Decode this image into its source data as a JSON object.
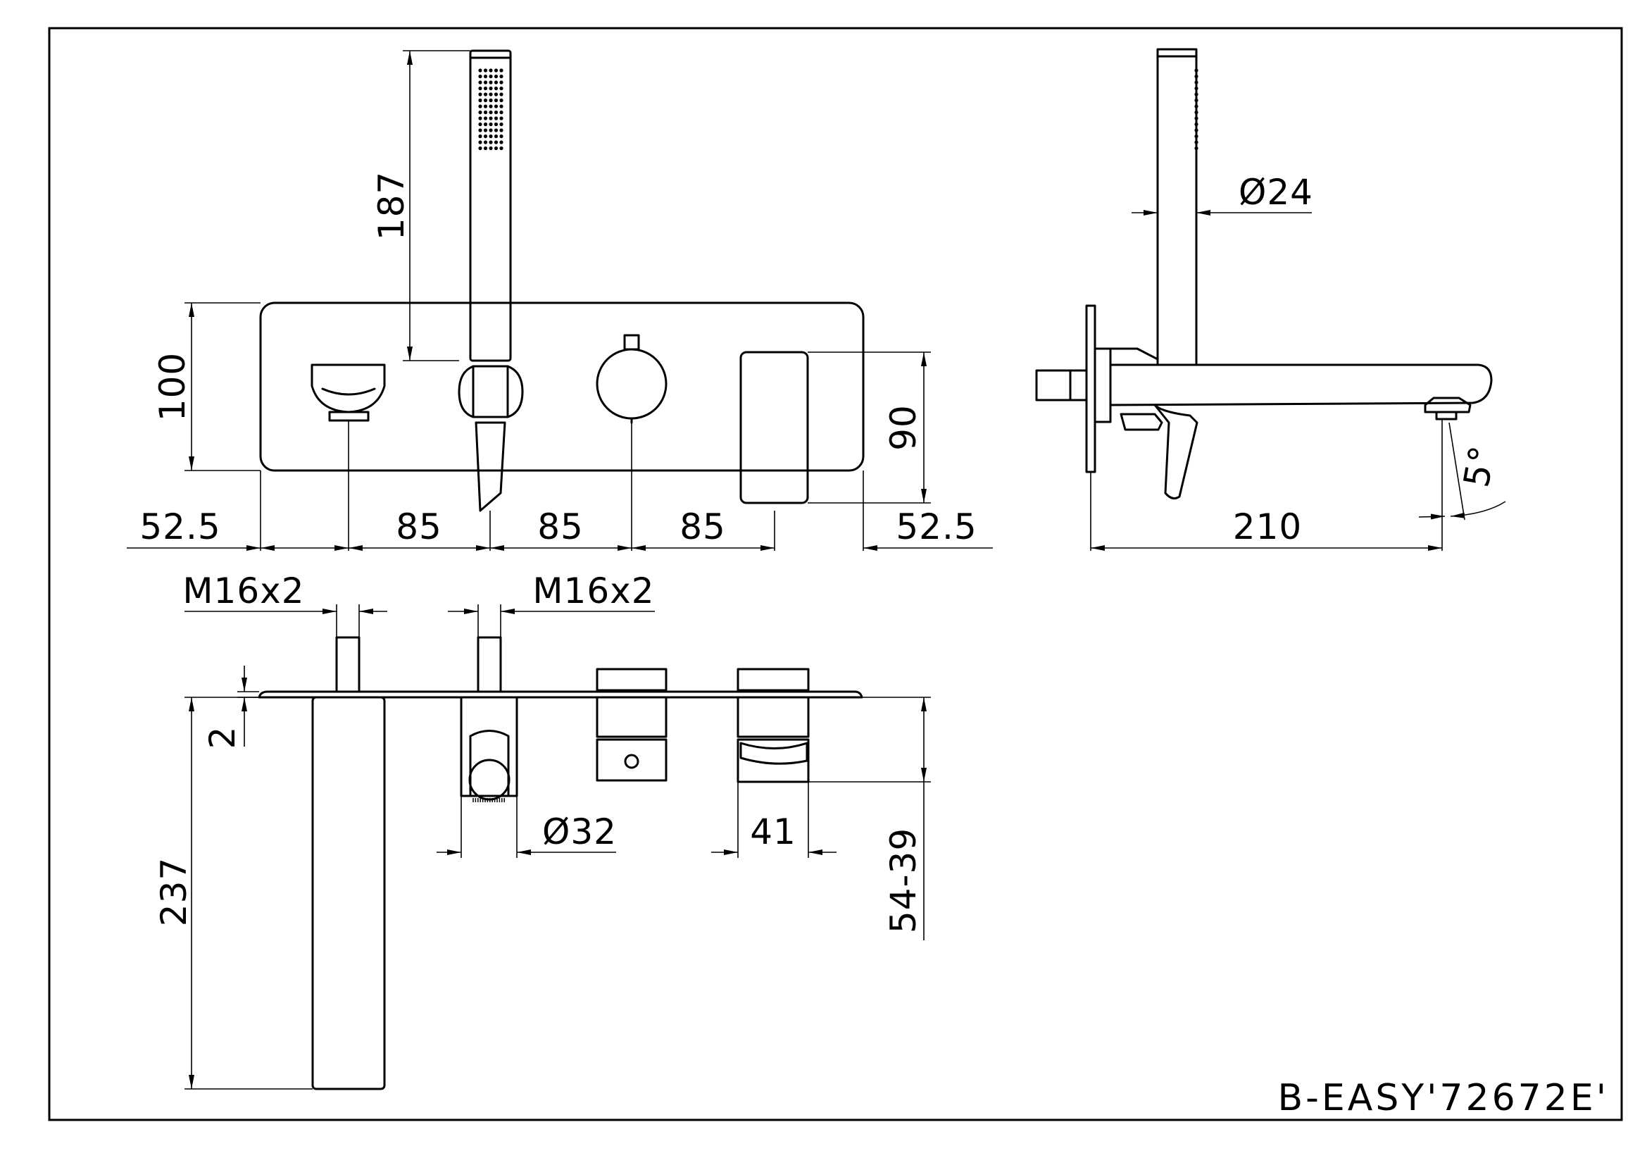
{
  "title_block": {
    "model": "B-EASY'72672E'"
  },
  "front_view": {
    "plate_height": "100",
    "handshower_height": "187",
    "right_height": "90",
    "spacing": [
      "52.5",
      "85",
      "85",
      "85",
      "52.5"
    ]
  },
  "side_view": {
    "handle_diameter": "Ø24",
    "spout_length": "210",
    "angle": "5°"
  },
  "top_view": {
    "thread_left": "M16x2",
    "thread_right": "M16x2",
    "plate_thickness": "2",
    "spout_projection": "237",
    "diverter_diameter": "Ø32",
    "lever_width": "41",
    "adjust_range": "54-39"
  }
}
